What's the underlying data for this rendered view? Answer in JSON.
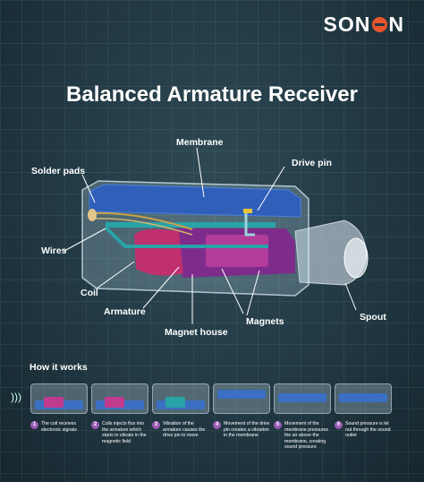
{
  "brand": {
    "logo_text_left": "SON",
    "logo_text_right": "N",
    "accent": "#e8552b"
  },
  "title": "Balanced Armature Receiver",
  "labels": {
    "membrane": "Membrane",
    "drive_pin": "Drive pin",
    "solder_pads": "Solder pads",
    "wires": "Wires",
    "coil": "Coil",
    "armature": "Armature",
    "magnet_house": "Magnet house",
    "magnets": "Magnets",
    "spout": "Spout"
  },
  "how_it_works": {
    "heading": "How it works",
    "steps": [
      {
        "num": "1",
        "text": "The coil receives electronic signals"
      },
      {
        "num": "2",
        "text": "Coils injects flux into the armature which starts to vibrate in the magnetic field"
      },
      {
        "num": "3",
        "text": "Vibration of the armature causes the drive pin to move"
      },
      {
        "num": "4",
        "text": "Movement of the drive pin creates a vibration in the membrane"
      },
      {
        "num": "5",
        "text": "Movement of the membrane pressures the air above the membrane, creating sound pressure"
      },
      {
        "num": "6",
        "text": "Sound pressure is let out through the sound outlet"
      }
    ]
  },
  "colors": {
    "background": "#213843",
    "membrane": "#2f5fb8",
    "magnets": "#c03a8e",
    "frame": "#9fd3d8"
  }
}
